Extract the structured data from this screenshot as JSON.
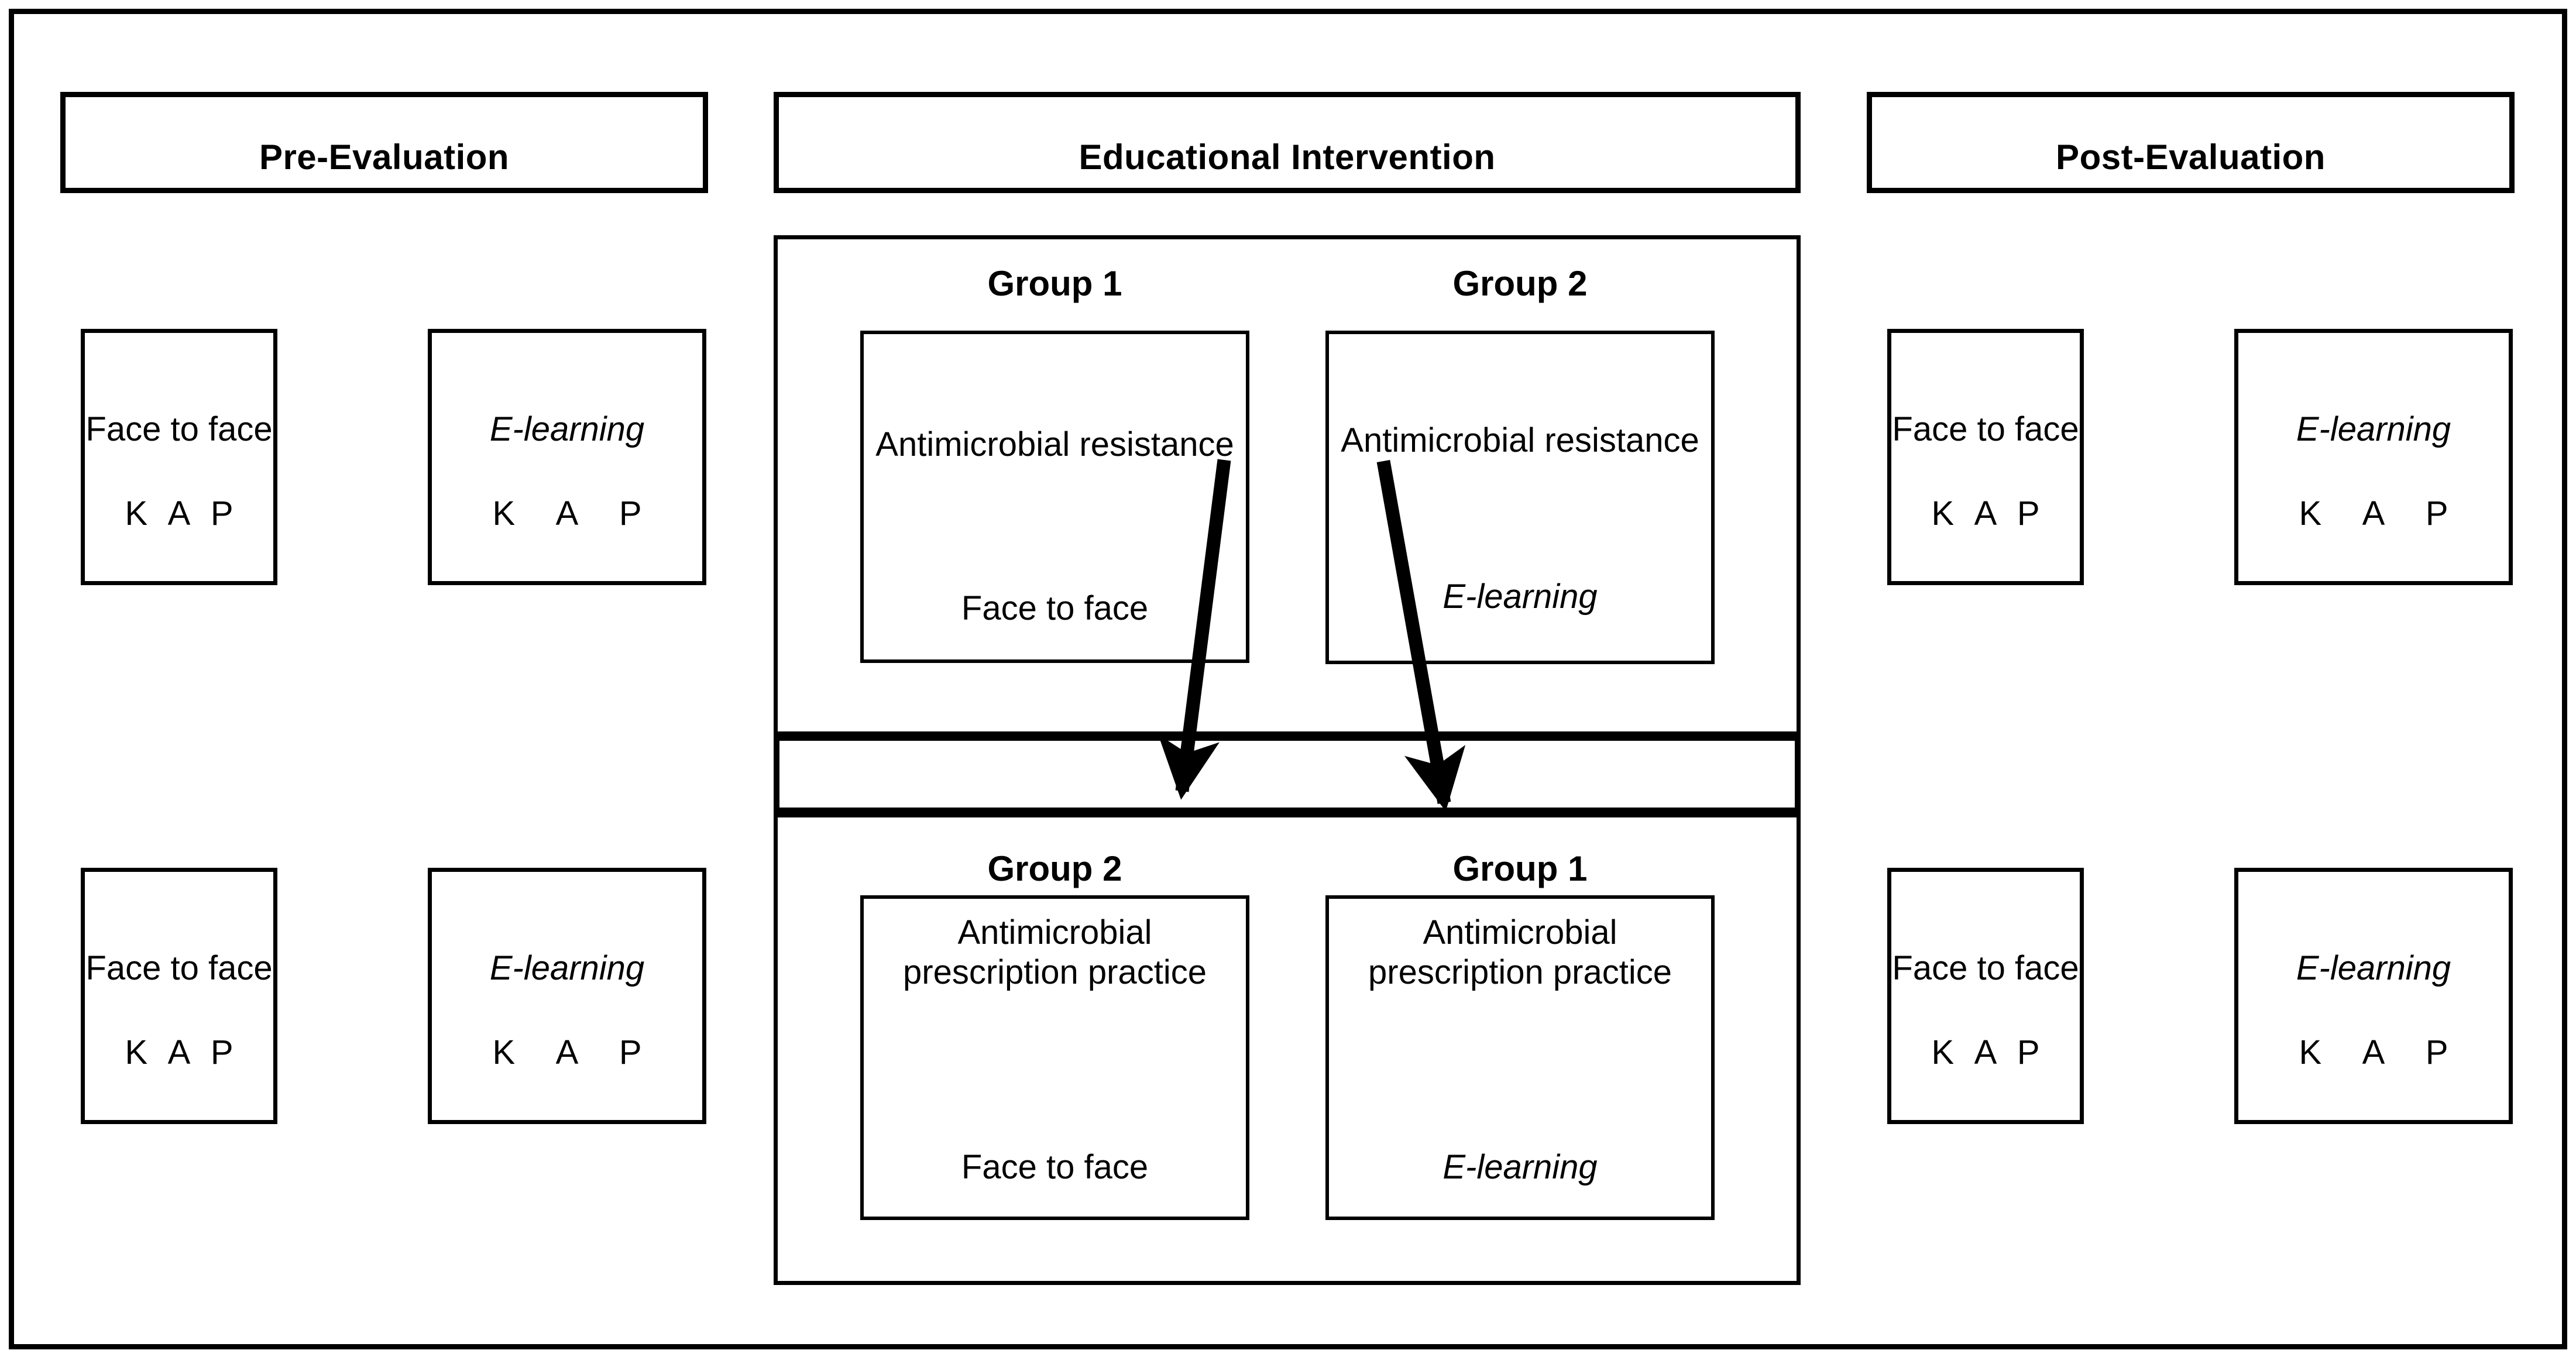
{
  "figure": {
    "columns": [
      {
        "id": "pre",
        "header": "Pre-Evaluation",
        "assessments": [
          {
            "mode": "Face to face",
            "italic": false,
            "kap": [
              "K",
              "A",
              "P"
            ]
          },
          {
            "mode": "E-learning",
            "italic": true,
            "kap": [
              "K",
              "A",
              "P"
            ]
          },
          {
            "mode": "Face to face",
            "italic": false,
            "kap": [
              "K",
              "A",
              "P"
            ]
          },
          {
            "mode": "E-learning",
            "italic": true,
            "kap": [
              "K",
              "A",
              "P"
            ]
          }
        ]
      },
      {
        "id": "intervention",
        "header": "Educational Intervention",
        "phase1": [
          {
            "group": "Group 1",
            "topic": "Antimicrobial resistance",
            "delivery": "Face to face",
            "italic": false
          },
          {
            "group": "Group 2",
            "topic": "Antimicrobial resistance",
            "delivery": "E-learning",
            "italic": true
          }
        ],
        "crossover_bar": "",
        "phase2": [
          {
            "group": "Group 2",
            "topic": "Antimicrobial prescription practice",
            "delivery": "Face to face",
            "italic": false
          },
          {
            "group": "Group 1",
            "topic": "Antimicrobial prescription practice",
            "delivery": "E-learning",
            "italic": true
          }
        ],
        "crossover_arrows": [
          {
            "name": "group1-to-phase2-right",
            "from": "Group 1 (Face to face)",
            "to": "Group 1 (E-learning)"
          },
          {
            "name": "group2-to-phase2-left",
            "from": "Group 2 (E-learning)",
            "to": "Group 2 (Face to face)"
          }
        ]
      },
      {
        "id": "post",
        "header": "Post-Evaluation",
        "assessments": [
          {
            "mode": "Face to face",
            "italic": false,
            "kap": [
              "K",
              "A",
              "P"
            ]
          },
          {
            "mode": "E-learning",
            "italic": true,
            "kap": [
              "K",
              "A",
              "P"
            ]
          },
          {
            "mode": "Face to face",
            "italic": false,
            "kap": [
              "K",
              "A",
              "P"
            ]
          },
          {
            "mode": "E-learning",
            "italic": true,
            "kap": [
              "K",
              "A",
              "P"
            ]
          }
        ]
      }
    ],
    "colors": {
      "line": "#000000",
      "background": "#ffffff"
    }
  }
}
